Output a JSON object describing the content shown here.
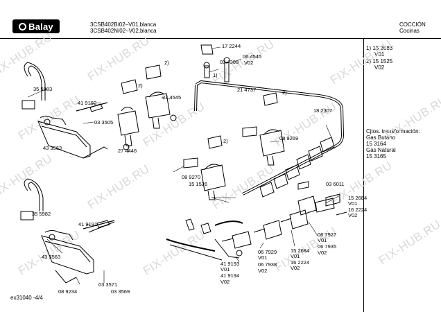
{
  "header": {
    "brand": "Balay",
    "model_line1": "3CSB402B/02–V01,blanca",
    "model_line2": "3CSB402N/02–V02,blanca",
    "category_line1": "COCCIÓN",
    "category_line2": "Cocinas"
  },
  "side_panel": {
    "note1": "1)  15 2683",
    "note1_sub": "V01",
    "note2": "2)  15 1525",
    "note2_sub": "V02",
    "cfg_title": "Cjtos. transformación:",
    "cfg_line1": "Gas Butano",
    "cfg_line2": "15 3164",
    "cfg_line3": "Gas Natural",
    "cfg_line4": "15 3165"
  },
  "watermark": "FIX-HUB.RU",
  "part_labels": {
    "p172244": "17 2244",
    "p064545": "06 4545",
    "p034308": "03 4308",
    "v02a": "V02",
    "one": "1)",
    "two_a": "2)",
    "two_b": "2)",
    "two_c": "2)",
    "two_d": "2)",
    "p214737": "21 4737",
    "p274545": "27 4545",
    "p355983": "35 5983",
    "p419192": "41 9192",
    "p033505": "03 3505",
    "p182307": "18 2307",
    "p433563a": "43 3563",
    "p274446": "27 4446",
    "p089269": "08 9269",
    "p089270": "08 9270",
    "p151526": "15 1526",
    "p036011": "03 6011",
    "p152684a": "15 2684",
    "v01a": "V01",
    "p162224a": "16 2224",
    "v02b": "V02",
    "p355982": "35 5982",
    "p419191": "41 9191",
    "p067927": "06 7927",
    "v01b": "V01",
    "p067935": "06 7935",
    "v02c": "V02",
    "p152684b": "15 2684",
    "v01c": "V01",
    "p162224b": "16 2224",
    "v02d": "V02",
    "p067929": "06 7929",
    "v01d": "V01",
    "p067938": "06 7938",
    "v02e": "V02",
    "p433563b": "43 3563",
    "p419193": "41 9193",
    "v01e": "V01",
    "p419194": "41 9194",
    "v02f": "V02",
    "p089234": "08 9234",
    "p033571": "03 3571",
    "p033569": "03 3569"
  },
  "footer": {
    "code": "ex31040  -4/4"
  }
}
